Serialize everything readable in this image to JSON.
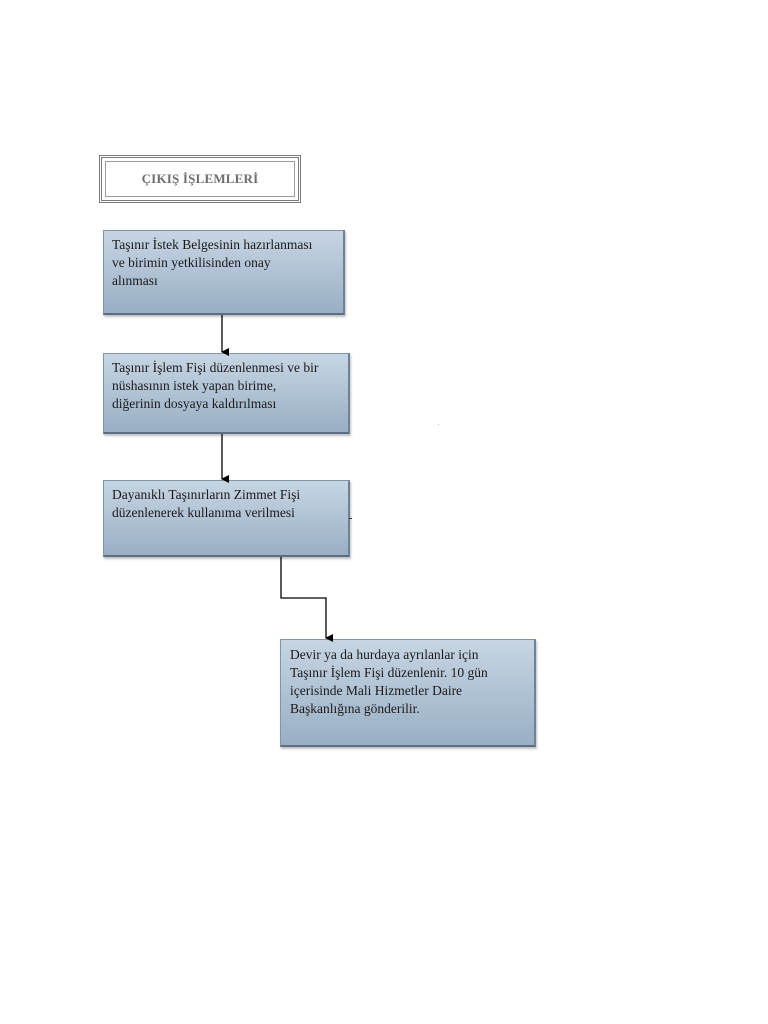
{
  "title": "ÇIKIŞ İŞLEMLERİ",
  "steps": [
    {
      "text": "Taşınır İstek Belgesinin hazırlanması\nve birimin yetkilisinden onay\nalınması"
    },
    {
      "text": "Taşınır İşlem Fişi düzenlenmesi ve bir\nnüshasının istek yapan birime,\ndiğerinin dosyaya kaldırılması"
    },
    {
      "text": "Dayanıklı Taşınırların Zimmet Fişi\ndüzenlenerek kullanıma verilmesi"
    },
    {
      "text": "Devir ya da hurdaya ayrılanlar için\nTaşınır İşlem Fişi düzenlenir. 10 gün\niçerisinde Mali Hizmetler Daire\nBaşkanlığına gönderilir."
    }
  ],
  "colors": {
    "box_top": "#c7d5e3",
    "box_bottom": "#9aafc4",
    "box_border": "#7f95aa",
    "title_text": "#6d6d6d",
    "connector": "#000000"
  }
}
